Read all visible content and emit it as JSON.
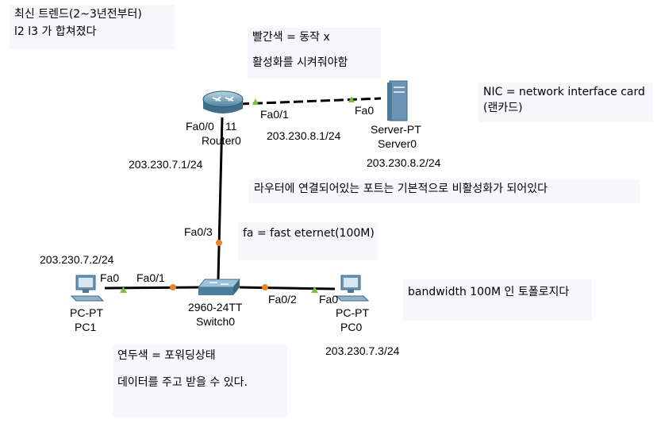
{
  "notes": {
    "topleft": [
      "최신 트렌드(2~3년전부터)",
      "l2 l3 가 합쳐졌다"
    ],
    "red_color": [
      "빨간색 = 동작 x",
      "",
      "활성화를 시켜줘야함"
    ],
    "nic": [
      "NIC = network interface card",
      "(랜카드)"
    ],
    "router_ports": "라우터에 연결되어있는 포트는 기본적으로 비활성화가 되어있다",
    "fa": "fa = fast eternet(100M)",
    "bandwidth": "bandwidth 100M 인 토폴로지다",
    "orange_color": [
      "연두색 = 포워딩상태",
      "",
      "데이터를 주고 받을 수 있다."
    ]
  },
  "devices": {
    "router": {
      "name": "Router0",
      "port_top": "Fa0/0",
      "port_right_suffix": "11"
    },
    "server": {
      "type": "Server-PT",
      "name": "Server0",
      "port": "Fa0",
      "ip": "203.230.8.2/24"
    },
    "switch": {
      "type": "2960-24TT",
      "name": "Switch0"
    },
    "pc1": {
      "type": "PC-PT",
      "name": "PC1",
      "port": "Fa0",
      "ip": "203.230.7.2/24"
    },
    "pc0": {
      "type": "PC-PT",
      "name": "PC0",
      "port": "Fa0",
      "ip": "203.230.7.3/24"
    }
  },
  "links": {
    "router_server": {
      "router_port": "Fa0/1",
      "ip": "203.230.8.1/24"
    },
    "router_switch": {
      "switch_port": "Fa0/3",
      "router_ip": "203.230.7.1/24"
    },
    "switch_pc1": {
      "switch_port": "Fa0/1"
    },
    "switch_pc0": {
      "switch_port": "Fa0/2"
    }
  },
  "colors": {
    "link_up": "#7ac142",
    "link_fwd": "#e8842a",
    "note_bg": "#f7f7fb"
  }
}
